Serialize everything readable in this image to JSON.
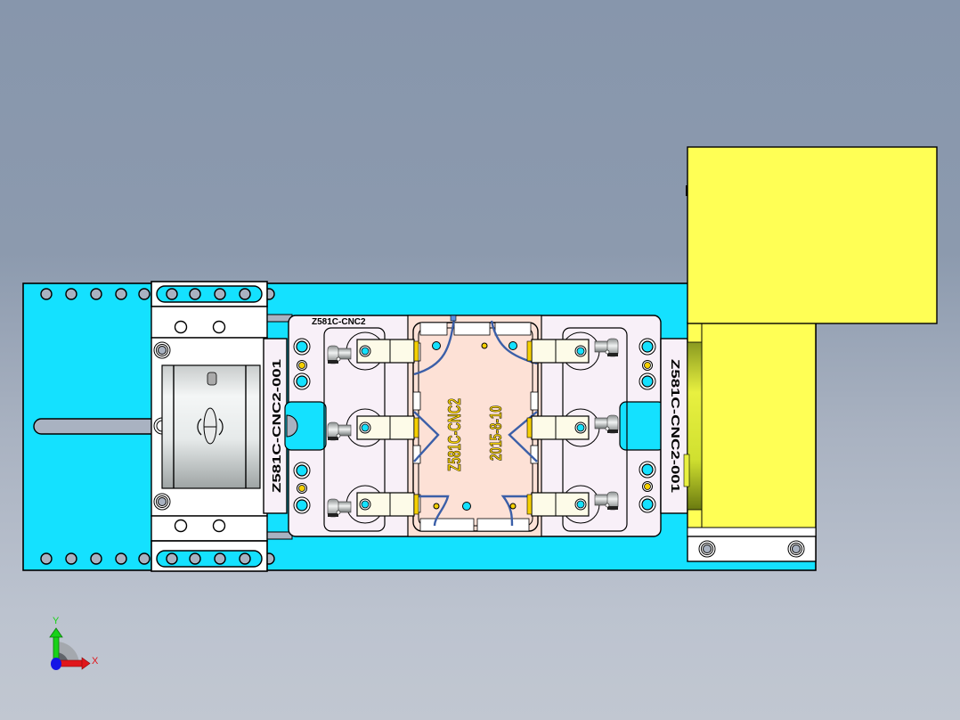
{
  "app": {
    "view": "CAD model viewport (top view)",
    "background_gradient": [
      "#8796ac",
      "#c1c7d1"
    ]
  },
  "model": {
    "colors": {
      "base_plate": "#14e1ff",
      "yellow_block": "#ffff55",
      "fixture_plate": "#f8f0f8",
      "nest_pocket": "#fde1d6",
      "white_block": "#ffffff",
      "hole_gray": "#a9b2c1",
      "outline": "#000000",
      "tubing": "#3b5fa8",
      "marker_yellow": "#f5d000"
    },
    "labels": {
      "top_label": "Z581C-CNC2",
      "center_part": "Z581C-CNC2",
      "date": "2015-8-10",
      "left_plate": "Z581C-CNC2-001",
      "right_plate": "Z581C-CNC2-001"
    },
    "clamps": {
      "left_count": 3,
      "right_count": 3
    }
  },
  "triad": {
    "x_label": "X",
    "y_label": "Y",
    "x_color": "#e0161b",
    "y_color": "#18d218",
    "z_color": "#1414e6"
  }
}
